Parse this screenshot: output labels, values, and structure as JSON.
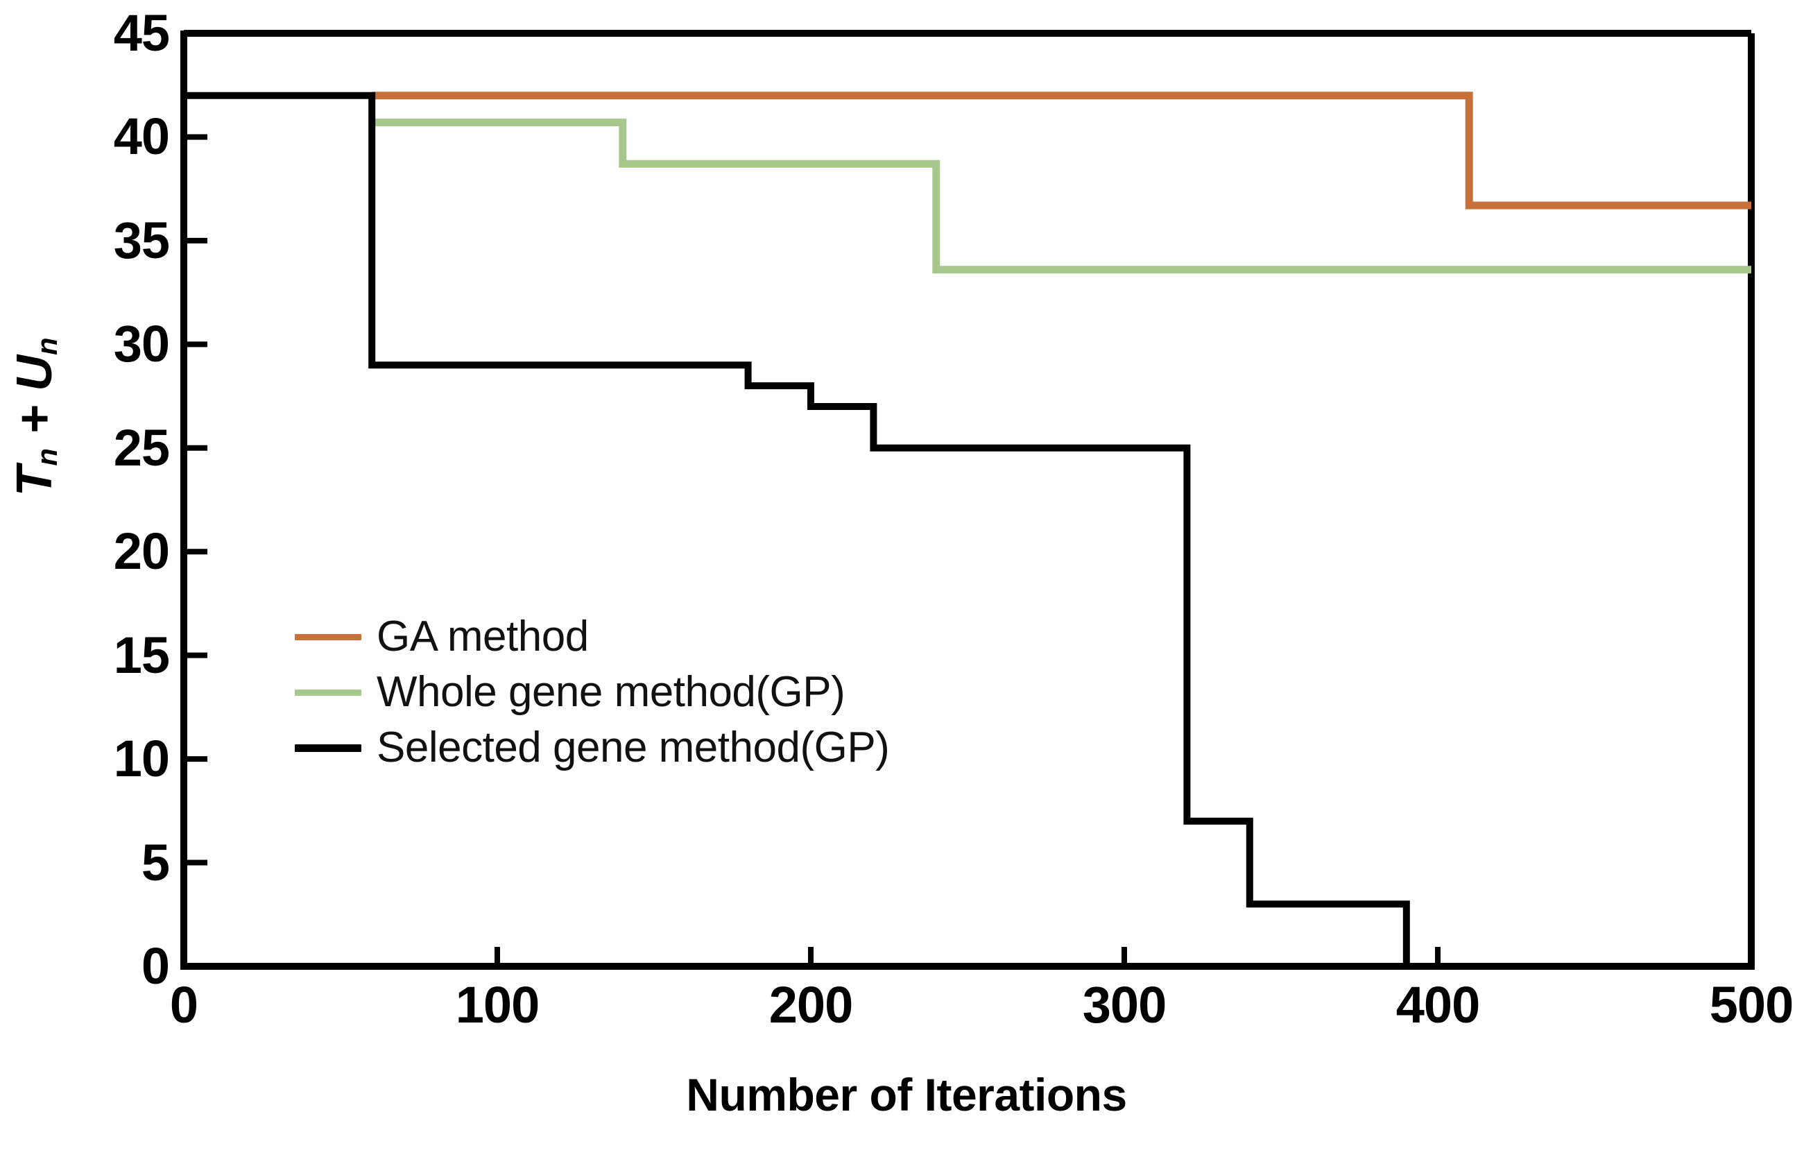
{
  "chart_data": {
    "type": "line",
    "title": "",
    "xlabel": "Number of Iterations",
    "ylabel": "T_n + U_n",
    "ylabel_parts": {
      "t": "T",
      "tsub": "n",
      "plus": " + ",
      "u": "U",
      "usub": "n"
    },
    "xlim": [
      0,
      500
    ],
    "ylim": [
      0,
      45
    ],
    "xticks": [
      "0",
      "100",
      "200",
      "300",
      "400",
      "500"
    ],
    "xtick_values": [
      0,
      100,
      200,
      300,
      400,
      500
    ],
    "yticks": [
      "0",
      "5",
      "10",
      "15",
      "20",
      "25",
      "30",
      "35",
      "40",
      "45"
    ],
    "ytick_values": [
      0,
      5,
      10,
      15,
      20,
      25,
      30,
      35,
      40,
      45
    ],
    "grid": false,
    "legend_position": "center-left",
    "step_style": "post",
    "series": [
      {
        "name": "GA method",
        "color": "#C8703A",
        "x": [
          60,
          410,
          410,
          500
        ],
        "y": [
          42,
          42,
          36.7,
          36.7
        ],
        "steps": [
          {
            "from_x": 60,
            "to_x": 410,
            "value": 42
          },
          {
            "from_x": 410,
            "to_x": 500,
            "value": 36.7
          }
        ]
      },
      {
        "name": "Whole gene method(GP)",
        "color": "#A8C78C",
        "x": [
          60,
          140,
          140,
          240,
          240,
          500
        ],
        "y": [
          40.7,
          40.7,
          38.7,
          38.7,
          33.6,
          33.6
        ],
        "steps": [
          {
            "from_x": 60,
            "to_x": 140,
            "value": 40.7
          },
          {
            "from_x": 140,
            "to_x": 240,
            "value": 38.7
          },
          {
            "from_x": 240,
            "to_x": 500,
            "value": 33.6
          }
        ]
      },
      {
        "name": "Selected gene method(GP)",
        "color": "#000000",
        "x": [
          0,
          60,
          60,
          180,
          180,
          200,
          200,
          220,
          220,
          320,
          320,
          340,
          340,
          390,
          390
        ],
        "y": [
          42,
          42,
          29,
          29,
          28,
          28,
          27,
          27,
          25,
          25,
          7,
          7,
          3,
          3,
          0
        ],
        "steps": [
          {
            "from_x": 0,
            "to_x": 60,
            "value": 42
          },
          {
            "from_x": 60,
            "to_x": 180,
            "value": 29
          },
          {
            "from_x": 180,
            "to_x": 200,
            "value": 28
          },
          {
            "from_x": 200,
            "to_x": 220,
            "value": 27
          },
          {
            "from_x": 220,
            "to_x": 320,
            "value": 25
          },
          {
            "from_x": 320,
            "to_x": 340,
            "value": 7
          },
          {
            "from_x": 340,
            "to_x": 390,
            "value": 3
          },
          {
            "from_x": 390,
            "to_x": 390,
            "value": 0
          }
        ]
      }
    ]
  },
  "legend": {
    "items": [
      {
        "label": "GA method",
        "color": "#C8703A"
      },
      {
        "label": "Whole gene method(GP)",
        "color": "#A8C78C"
      },
      {
        "label": "Selected gene method(GP)",
        "color": "#000000"
      }
    ]
  },
  "axes": {
    "x_title": "Number of Iterations",
    "y_title": "T + U"
  }
}
